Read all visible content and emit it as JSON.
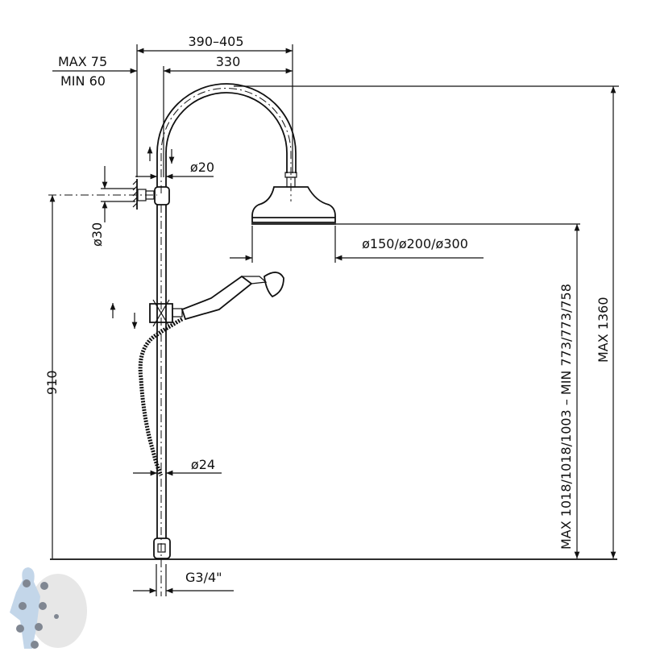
{
  "dimensions": {
    "arm_reach": "390–405",
    "arm_length": "330",
    "wall_max": "MAX  75",
    "wall_min": "MIN  60",
    "arm_diameter": "ø20",
    "wall_connector_diameter": "ø30",
    "connector_height": "910",
    "head_diameters": "ø150/ø200/ø300",
    "head_height": "MAX  1018/1018/1003  –  MIN  773/773/758",
    "total_height": "MAX  1360",
    "riser_diameter": "ø24",
    "thread": "G3/4\""
  },
  "colors": {
    "line": "#111111",
    "logo": "#b9cfe6",
    "logo_bg": "#e3e3e3"
  }
}
